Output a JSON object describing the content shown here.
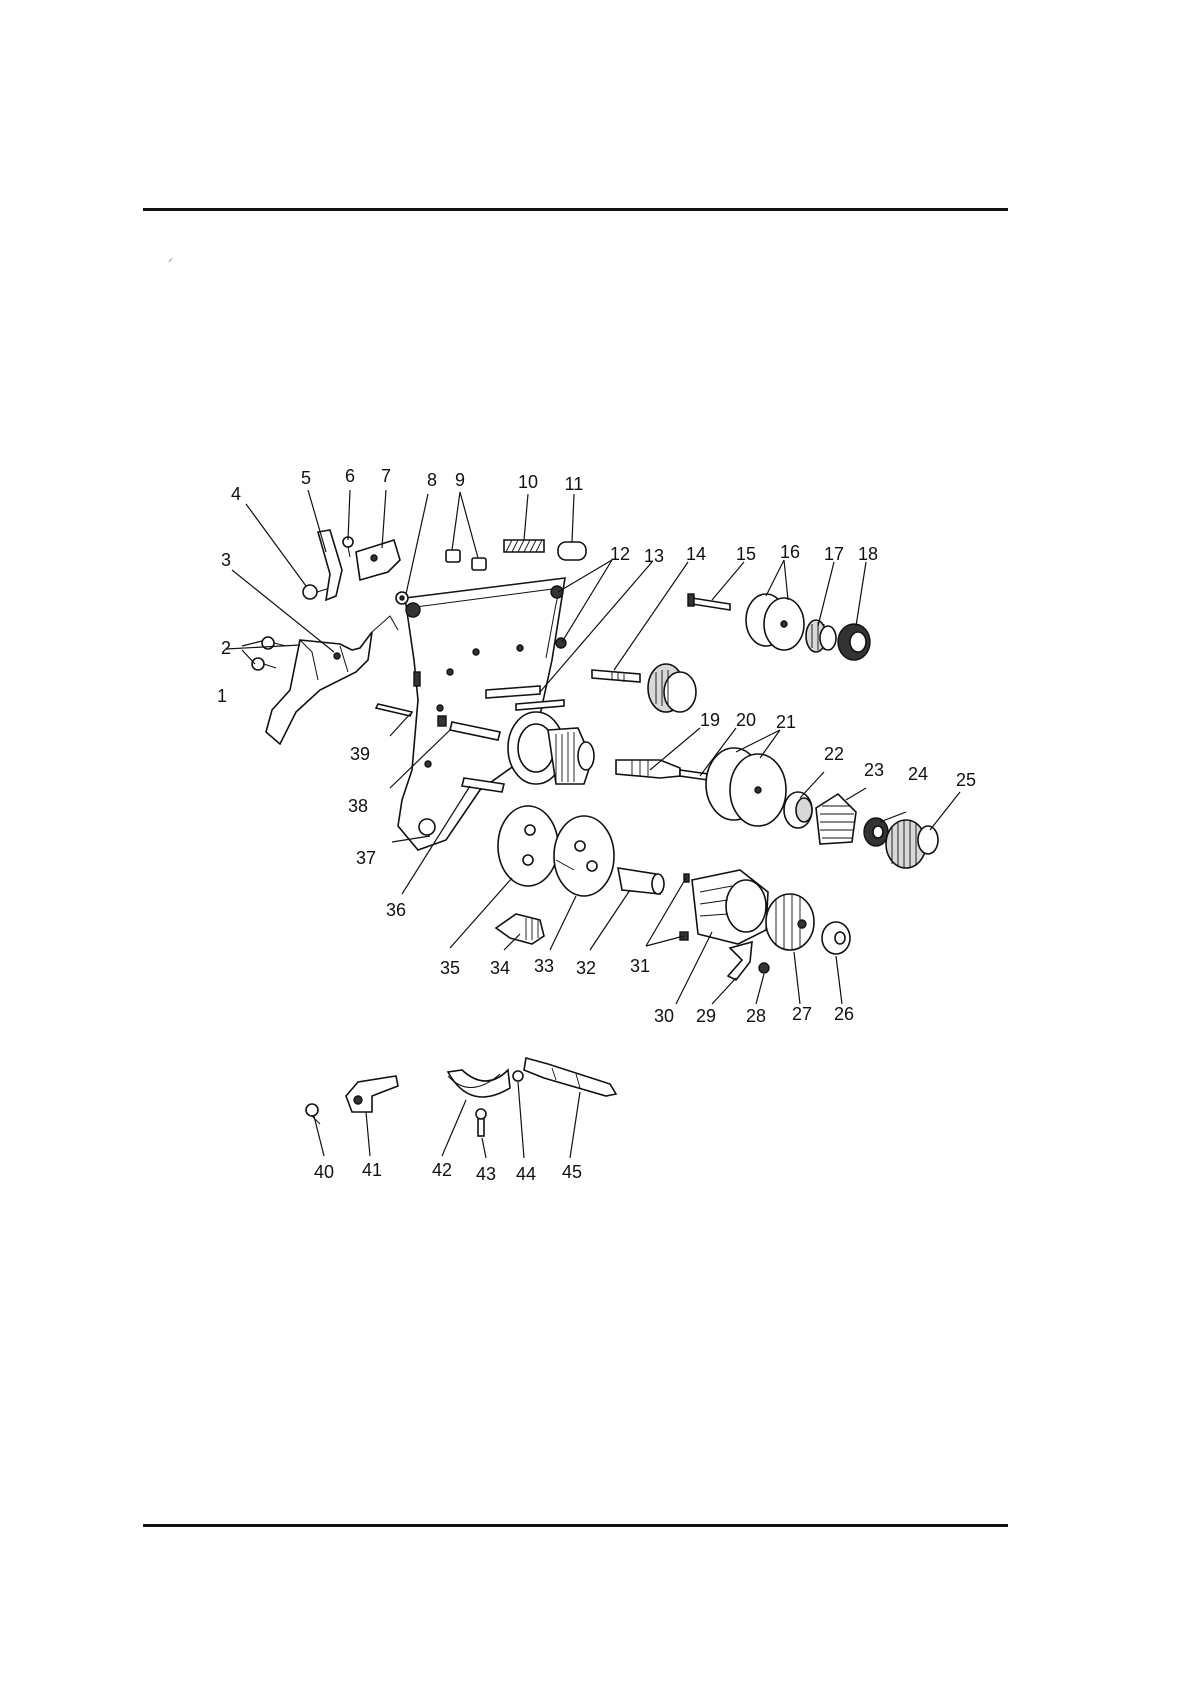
{
  "page": {
    "title": "",
    "stray_mark": "⸝"
  },
  "diagram": {
    "callouts": [
      "1",
      "2",
      "3",
      "4",
      "5",
      "6",
      "7",
      "8",
      "9",
      "10",
      "11",
      "12",
      "13",
      "14",
      "15",
      "16",
      "17",
      "18",
      "19",
      "20",
      "21",
      "22",
      "23",
      "24",
      "25",
      "26",
      "27",
      "28",
      "29",
      "30",
      "31",
      "32",
      "33",
      "34",
      "35",
      "36",
      "37",
      "38",
      "39",
      "40",
      "41",
      "42",
      "43",
      "44",
      "45"
    ]
  }
}
